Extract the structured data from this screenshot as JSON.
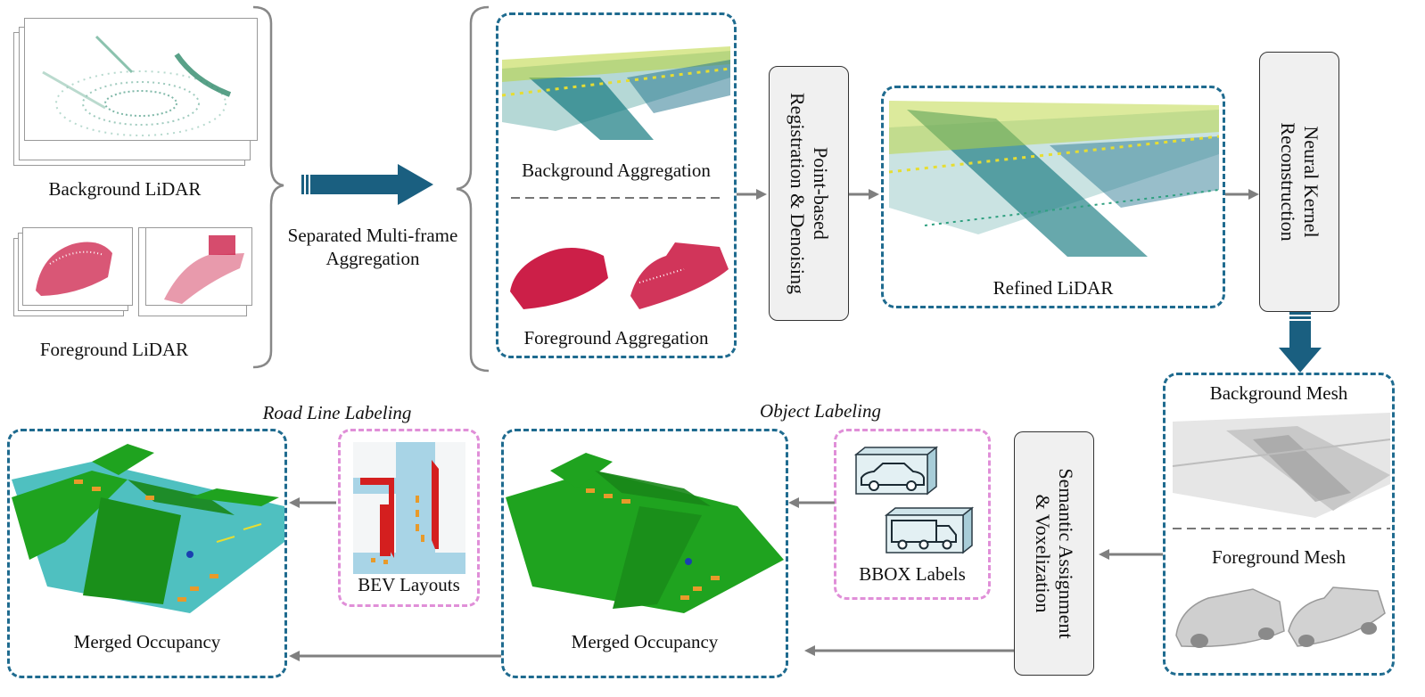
{
  "inputs": {
    "background_lidar": "Background  LiDAR",
    "foreground_lidar": "Foreground  LiDAR"
  },
  "aggregation_step": {
    "line1": "Separated Multi-frame",
    "line2": "Aggregation"
  },
  "aggregation_outputs": {
    "background": "Background Aggregation",
    "foreground": "Foreground Aggregation"
  },
  "registration_step": {
    "line1": "Point-based",
    "line2": "Registration & Denoising"
  },
  "refined": {
    "label": "Refined LiDAR"
  },
  "reconstruction_step": {
    "line1": "Neural Kernel",
    "line2": "Reconstruction"
  },
  "meshes": {
    "background": "Background Mesh",
    "foreground": "Foreground Mesh"
  },
  "semantic_step": {
    "line1": "Semantic Assignment",
    "line2": "& Voxelization"
  },
  "object_labeling": {
    "title": "Object Labeling",
    "bbox_label": "BBOX Labels"
  },
  "road_line_labeling": {
    "title": "Road Line Labeling",
    "bev_label": "BEV Layouts"
  },
  "occupancy": {
    "middle_label": "Merged Occupancy",
    "left_label": "Merged Occupancy"
  },
  "colors": {
    "box_border": "#1f6b8f",
    "pink_border": "#e08fd8",
    "arrow_big": "#1a5f80",
    "arrow_small": "#7f7f7f",
    "foreground_points": "#cc1f48",
    "vegetation": "#1fa31f",
    "road": "#4fc0c0"
  }
}
